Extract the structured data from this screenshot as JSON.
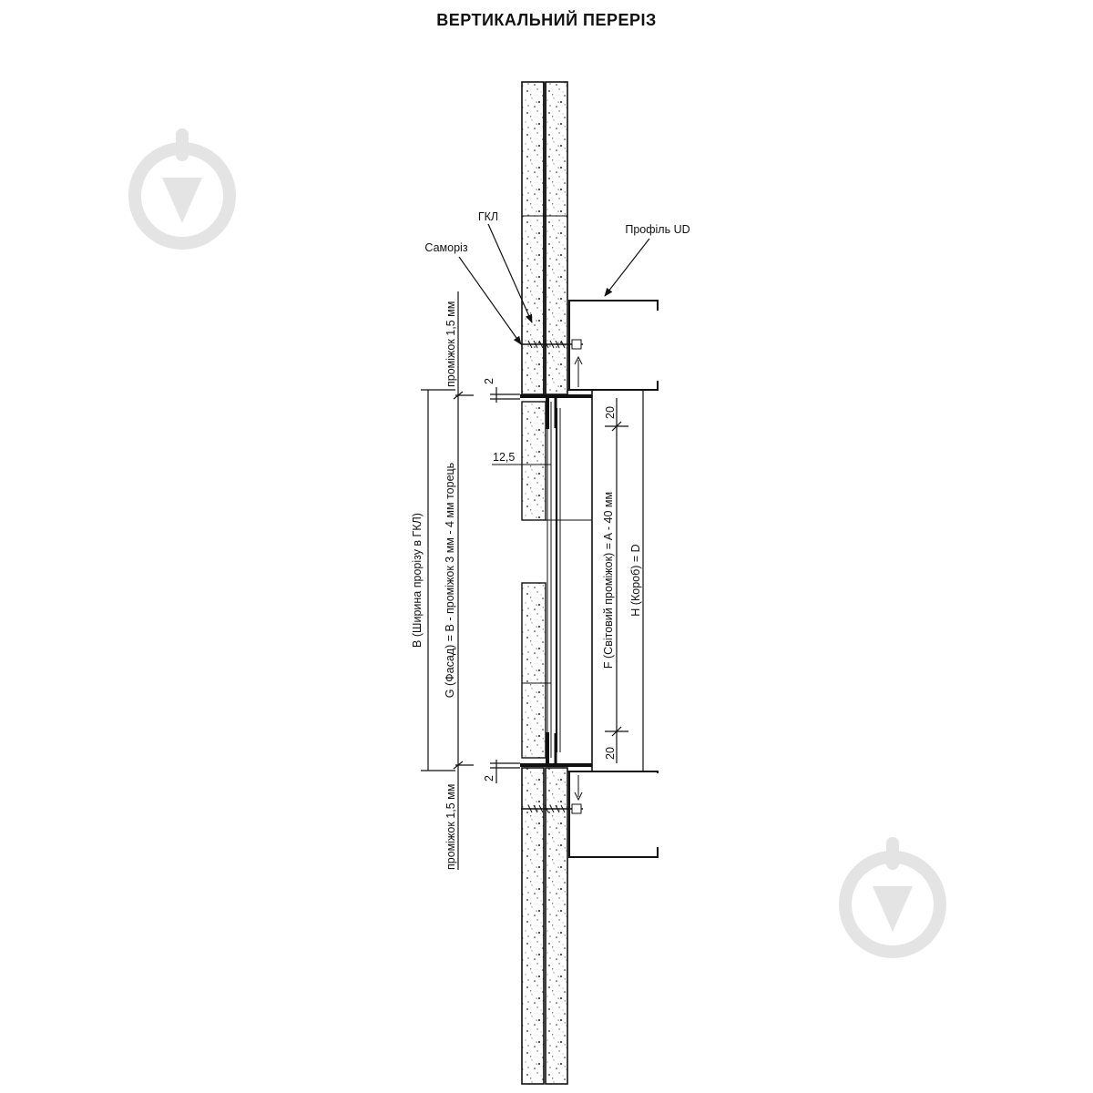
{
  "title": "ВЕРТИКАЛЬНИЙ ПЕРЕРІЗ",
  "labels": {
    "gkl": "ГКЛ",
    "screw": "Саморіз",
    "profile": "Профіль UD",
    "gap_top": "проміжок 1,5 мм",
    "gap_bottom": "проміжок 1,5 мм",
    "b_width": "B (Ширина прорізу в ГКЛ)",
    "g_facade": "G (Фасад) = B - проміжок 3 мм - 4 мм торець",
    "f_clear": "F (Світовий проміжок) = A - 40 мм",
    "h_box": "H (Короб) = D",
    "dim_2_top": "2",
    "dim_2_bottom": "2",
    "dim_12_5": "12,5",
    "dim_20_top": "20",
    "dim_20_bottom": "20"
  },
  "colors": {
    "line": "#111111",
    "watermark": "#e6e6e6",
    "board": "#ffffff"
  },
  "icons": [
    "watermark-logo-icon",
    "watermark-logo-icon"
  ]
}
